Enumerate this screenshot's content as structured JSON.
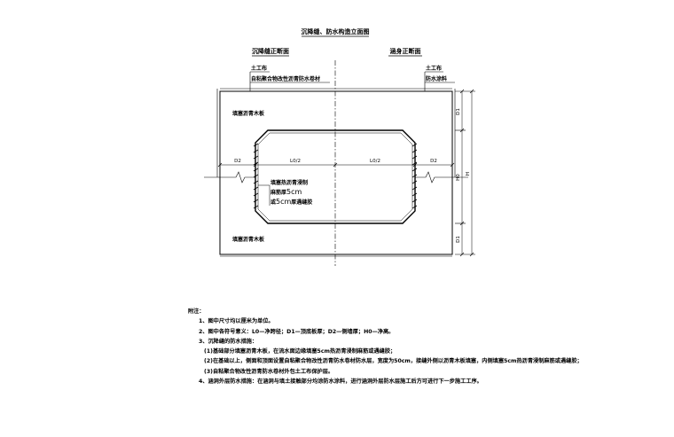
{
  "drawing": {
    "title": "沉降缝、防水构造立面图",
    "left_section_title": "沉降缝正断面",
    "right_section_title": "涵身正断面",
    "left_fabric": "土工布",
    "left_membrane": "自粘聚合物改性沥青防水卷材",
    "right_fabric": "土工布",
    "right_coating": "防水涂料",
    "top_board": "填塞沥青木板",
    "bottom_board": "填塞沥青木板",
    "joint_label_line1": "填塞热沥青浸制",
    "joint_label_line2a": "麻筋厚",
    "joint_label_line2b": "5cm",
    "joint_label_line3a": "或",
    "joint_label_line3b": "5cm",
    "joint_label_line3c": "厚遇缝胶",
    "dim_d2_left": "D2",
    "dim_l0_left": "L0/2",
    "dim_l0_right": "L0/2",
    "dim_d2_right": "D2",
    "dim_d1_top": "D1",
    "dim_h0": "H0",
    "dim_h": "H",
    "dim_d1_bottom": "D1"
  },
  "notes": {
    "heading": "附注：",
    "items": [
      "1、图中尺寸均以厘米为单位。",
      "2、图中各符号意义：L0—净跨径；D1—顶底板厚；D2—侧墙厚；H0—净高。",
      "3、沉降缝的防水措施：",
      "(1)基础部分填塞沥青木板，在流水面边缘填塞5cm热沥青浸制麻筋或遇缝胶；",
      "(2)在基础以上，侧面和顶面设置自粘聚合物改性沥青防水卷材防水层，宽度为50cm，接缝外侧以沥青木板填塞，内侧填塞5cm热沥青浸制麻筋或遇缝胶；",
      "(3)自粘聚合物改性沥青防水卷材外包土工布保护层。",
      "4、涵洞外层防水措施：在涵洞与填土接触部分均涂防水涂料，进行涵洞外层防水层施工后方可进行下一步施工工序。"
    ]
  }
}
